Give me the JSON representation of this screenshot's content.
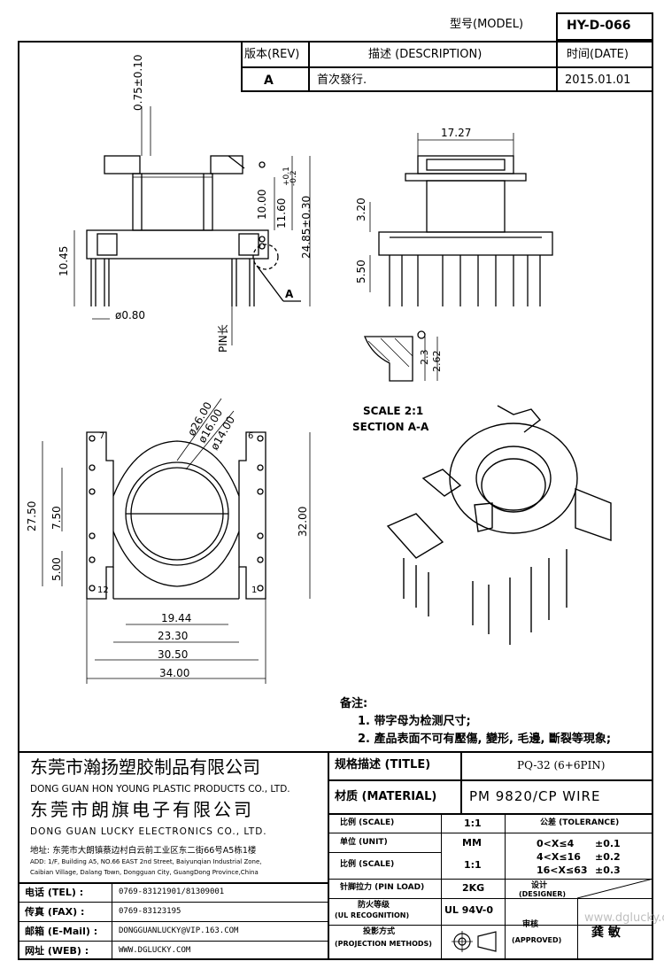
{
  "header": {
    "model_label": "型号(MODEL)",
    "model_value": "HY-D-066",
    "rev_label": "版本(REV)",
    "desc_label": "描述 (DESCRIPTION)",
    "date_label": "时间(DATE)",
    "rev_value": "A",
    "desc_value": "首次發行.",
    "date_value": "2015.01.01"
  },
  "dims": {
    "d075": "0.75±0.10",
    "d1000": "10.00",
    "d1160": "11.60",
    "tol_plus": "+0.1",
    "tol_minus": "-0.2",
    "d2485": "24.85±0.30",
    "d1045": "10.45",
    "d080": "ø0.80",
    "pin_len": "PIN长",
    "section_mark": "A",
    "d1727": "17.27",
    "d320": "3.20",
    "d550": "5.50",
    "d23": "2.3",
    "d262": "2.62",
    "d2600": "ø26.00",
    "d1600": "ø16.00",
    "d1400": "ø14.00",
    "d2750": "27.50",
    "d750": "7.50",
    "d500": "5.00",
    "d3200": "32.00",
    "d1944": "19.44",
    "d2330": "23.30",
    "d3050": "30.50",
    "d3400": "34.00",
    "pin7": "7",
    "pin6": "6",
    "pin1": "1",
    "pin12": "12"
  },
  "scale_note": {
    "line1": "SCALE 2:1",
    "line2": "SECTION A-A"
  },
  "notes": {
    "title": "备注:",
    "n1": "1. 带字母为检测尺寸;",
    "n2": "2. 產品表面不可有壓傷, 變形, 毛邊, 斷裂等現象;"
  },
  "company": {
    "name1_cn": "东莞市瀚扬塑胶制品有限公司",
    "name1_en": "DONG GUAN HON YOUNG PLASTIC PRODUCTS CO., LTD.",
    "name2_cn": "东莞市朗旗电子有限公司",
    "name2_en": "DONG GUAN LUCKY ELECTRONICS CO., LTD.",
    "addr_cn": "地址: 东莞市大朗镇蔡边村白云前工业区东二街66号A5栋1楼",
    "addr_en1": "ADD: 1/F, Building A5, NO.66 EAST 2nd Street, Baiyunqian Industrial Zone,",
    "addr_en2": "Caibian Village, Dalang Town, Dongguan City, GuangDong Province,China"
  },
  "contacts": [
    {
      "label": "电话 (TEL) :",
      "value": "0769-83121901/81309001"
    },
    {
      "label": "传真 (FAX) :",
      "value": "0769-83123195"
    },
    {
      "label": "邮箱 (E-Mail) :",
      "value": "DONGGUANLUCKY@VIP.163.COM"
    },
    {
      "label": "网址 (WEB) :",
      "value": "WWW.DGLUCKY.COM"
    }
  ],
  "titleblock": {
    "title_label": "规格描述 (TITLE)",
    "title_value": "PQ-32 (6+6PIN)",
    "material_label": "材质 (MATERIAL)",
    "material_value": "PM 9820/CP WIRE",
    "scale_label": "比例 (SCALE)",
    "scale_value": "1:1",
    "tolerance_label": "公差 (TOLERANCE)",
    "unit_label": "单位 (UNIT)",
    "unit_value": "MM",
    "scale2_label": "比例 (SCALE)",
    "scale2_value": "1:1",
    "tol1": "0<X≤4",
    "tol1v": "±0.1",
    "tol2": "4<X≤16",
    "tol2v": "±0.2",
    "tol3": "16<X≤63",
    "tol3v": "±0.3",
    "pinload_label": "针脚拉力 (PIN LOAD)",
    "pinload_value": "2KG",
    "designer_label1": "设计",
    "designer_label2": "(DESIGNER)",
    "ul_label1": "防火等级",
    "ul_label2": "(UL RECOGNITION)",
    "ul_value": "UL 94V-0",
    "approved_label1": "审核",
    "approved_label2": "(APPROVED)",
    "approved_value": "龚 敏",
    "proj_label1": "投影方式",
    "proj_label2": "(PROJECTION METHODS)",
    "watermark": "www.dglucky.com"
  }
}
